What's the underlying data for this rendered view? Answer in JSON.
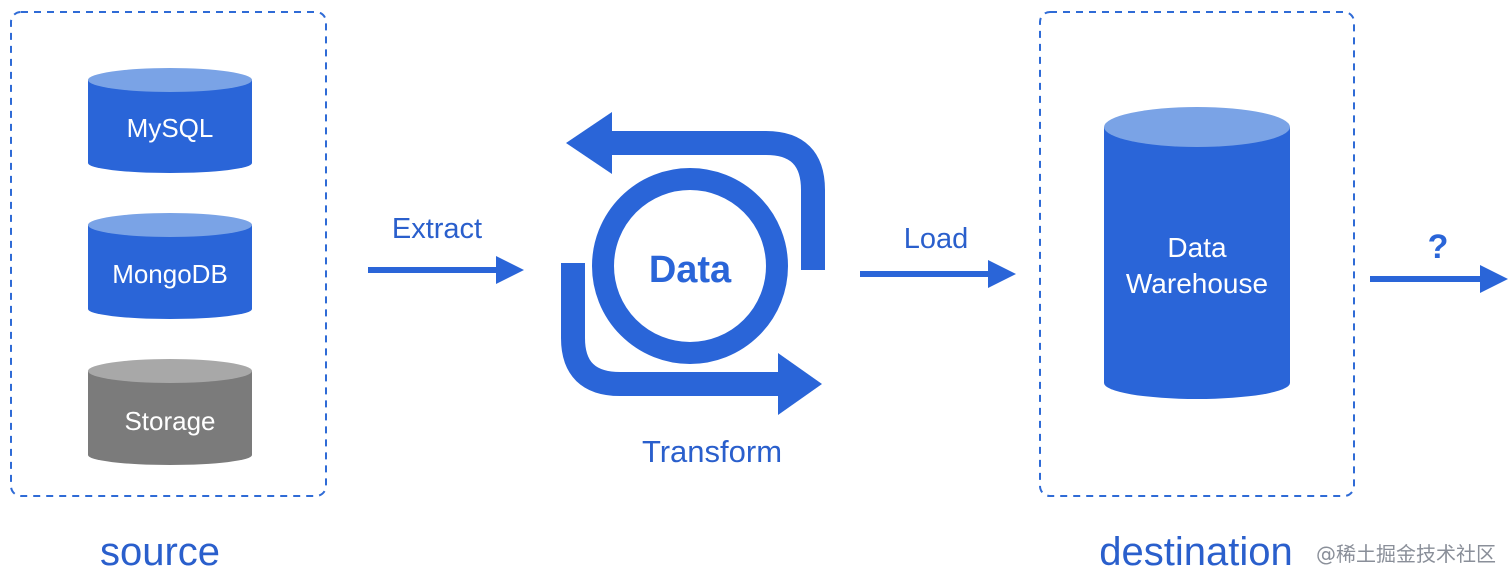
{
  "source": {
    "label": "source",
    "databases": [
      {
        "label": "MySQL",
        "color": "#2a65d8"
      },
      {
        "label": "MongoDB",
        "color": "#2a65d8"
      },
      {
        "label": "Storage",
        "color": "#7b7b7b"
      }
    ]
  },
  "steps": {
    "extract": "Extract",
    "transform": "Transform",
    "load": "Load",
    "next": "?"
  },
  "center": {
    "label": "Data"
  },
  "destination": {
    "label": "destination",
    "warehouse": {
      "line1": "Data",
      "line2": "Warehouse"
    }
  },
  "watermark": "@稀土掘金技术社区",
  "colors": {
    "primary": "#2a65d8",
    "primary_top": "#7aa3e6",
    "gray": "#7b7b7b",
    "gray_top": "#a8a8a8",
    "text_blue": "#2a5fcc",
    "dashed_border": "#2f6bd6"
  }
}
